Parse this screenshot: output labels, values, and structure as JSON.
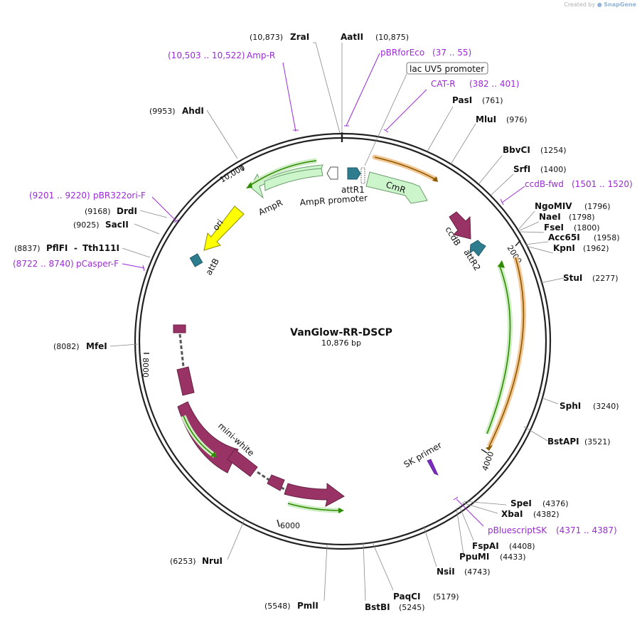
{
  "credit": {
    "prefix": "Created by",
    "brand": "SnapGene"
  },
  "plasmid": {
    "name": "VanGlow-RR-DSCP",
    "length_label": "10,876 bp",
    "length": 10876
  },
  "ticks": [
    "2000",
    "4000",
    "6000",
    "8000",
    "10,000"
  ],
  "enzymes": [
    {
      "id": "zrai",
      "pos": "(10,873)",
      "name": "ZraI"
    },
    {
      "id": "aatii",
      "name": "AatII",
      "pos": "(10,875)"
    },
    {
      "id": "pasi",
      "name": "PasI",
      "pos": "(761)"
    },
    {
      "id": "mlui",
      "name": "MluI",
      "pos": "(976)"
    },
    {
      "id": "bbvci",
      "name": "BbvCI",
      "pos": "(1254)"
    },
    {
      "id": "srfi",
      "name": "SrfI",
      "pos": "(1400)"
    },
    {
      "id": "ngomiv",
      "name": "NgoMIV",
      "pos": "(1796)"
    },
    {
      "id": "naei",
      "name": "NaeI",
      "pos": "(1798)"
    },
    {
      "id": "fsei",
      "name": "FseI",
      "pos": "(1800)"
    },
    {
      "id": "acc65i",
      "name": "Acc65I",
      "pos": "(1958)"
    },
    {
      "id": "kpni",
      "name": "KpnI",
      "pos": "(1962)"
    },
    {
      "id": "stui",
      "name": "StuI",
      "pos": "(2277)"
    },
    {
      "id": "sphi",
      "name": "SphI",
      "pos": "(3240)"
    },
    {
      "id": "bstapi",
      "name": "BstAPI",
      "pos": "(3521)"
    },
    {
      "id": "spei",
      "name": "SpeI",
      "pos": "(4376)"
    },
    {
      "id": "xbai",
      "name": "XbaI",
      "pos": "(4382)"
    },
    {
      "id": "fspai",
      "name": "FspAI",
      "pos": "(4408)"
    },
    {
      "id": "ppumi",
      "name": "PpuMI",
      "pos": "(4433)"
    },
    {
      "id": "nsii",
      "name": "NsiI",
      "pos": "(4743)"
    },
    {
      "id": "paqci",
      "name": "PaqCI",
      "pos": "(5179)"
    },
    {
      "id": "bstbi",
      "name": "BstBI",
      "pos": "(5245)"
    },
    {
      "id": "pmli",
      "name": "PmlI",
      "pos": "(5548)"
    },
    {
      "id": "nrui",
      "name": "NruI",
      "pos": "(6253)"
    },
    {
      "id": "mfei",
      "name": "MfeI",
      "pos": "(8082)"
    },
    {
      "id": "pflfi",
      "name": "PflFI",
      "pos": "(8837)",
      "name2": "Tth111I"
    },
    {
      "id": "sacii",
      "name": "SacII",
      "pos": "(9025)"
    },
    {
      "id": "drdi",
      "name": "DrdI",
      "pos": "(9168)"
    },
    {
      "id": "ahdi",
      "name": "AhdI",
      "pos": "(9953)"
    }
  ],
  "primers": [
    {
      "id": "ampr",
      "name": "Amp-R",
      "range": "(10,503 .. 10,522)"
    },
    {
      "id": "pbrforeco",
      "name": "pBRforEco",
      "range": "(37 .. 55)"
    },
    {
      "id": "catr",
      "name": "CAT-R",
      "range": "(382 .. 401)"
    },
    {
      "id": "ccdbfwd",
      "name": "ccdB-fwd",
      "range": "(1501 .. 1520)"
    },
    {
      "id": "pbr322orif",
      "name": "pBR322ori-F",
      "range": "(9201 .. 9220)"
    },
    {
      "id": "pcasperf",
      "name": "pCasper-F",
      "range": "(8722 .. 8740)"
    },
    {
      "id": "pbluescriptsk",
      "name": "pBluescriptSK",
      "range": "(4371 .. 4387)"
    },
    {
      "id": "skprimer",
      "name": "SK primer"
    }
  ],
  "features": {
    "lacuv5": "lac UV5 promoter",
    "cmr": "CmR",
    "attr1": "attR1",
    "ampr": "AmpR",
    "ampr_promoter": "AmpR promoter",
    "ori": "ori",
    "attb": "attB",
    "ccdb": "ccdB",
    "attr2": "attR2",
    "mini_white": "mini-white"
  },
  "colors": {
    "primer": "#9a2bd6",
    "ampr": "#ccf5cc",
    "ori": "#ffff00",
    "att": "#2e7d8f",
    "ccdb": "#993366",
    "green_arrow": "#2e8b00",
    "orange_arrow": "#c87000"
  }
}
